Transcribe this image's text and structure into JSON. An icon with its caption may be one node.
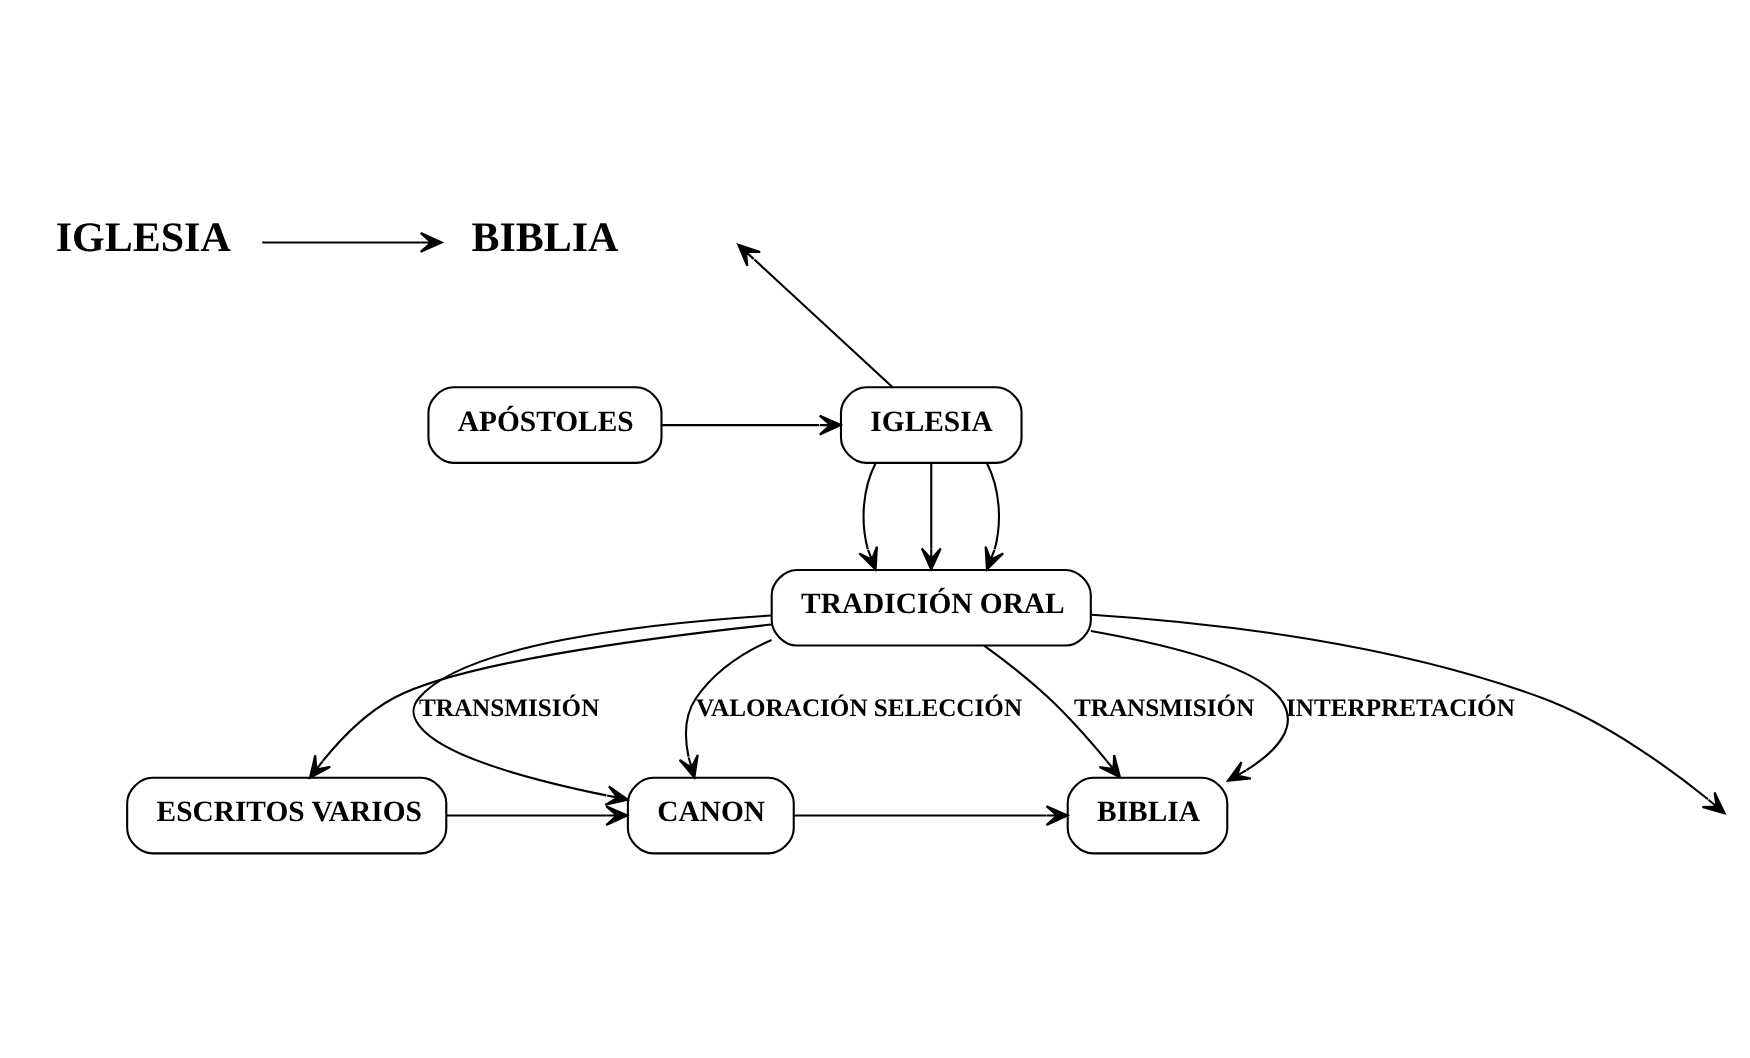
{
  "diagram": {
    "nodes": [
      {
        "text": [
          "IGLESIA"
        ]
      },
      {
        "text": [
          "BIBLIA"
        ]
      },
      {
        "text": [
          "APÓSTOLES"
        ]
      },
      {
        "text": [
          "IGLESIA"
        ]
      },
      {
        "text": [
          "TRADICIÓN ORAL"
        ]
      },
      {
        "text": [
          "ESCRITOS VARIOS"
        ]
      },
      {
        "text": [
          "CANON"
        ]
      },
      {
        "text": [
          "BIBLIA"
        ]
      }
    ],
    "edges": [
      {
        "from": 0,
        "to": 1,
        "arrow": "to"
      },
      {
        "from": 2,
        "to": 3,
        "arrow": "to"
      },
      {
        "from": 3,
        "to": null,
        "arrow": "to"
      },
      {
        "from": 3,
        "to": 4,
        "arrow": "to"
      },
      {
        "from": 3,
        "to": 4,
        "arrow": "to"
      },
      {
        "from": 3,
        "to": 4,
        "arrow": "to"
      },
      {
        "from": 4,
        "to": null,
        "arrow": "to"
      },
      {
        "from": 4,
        "to": 5,
        "arrow": "to"
      },
      {
        "from": 4,
        "to": 6,
        "label": "TRANSMISIÓN",
        "arrow": "to"
      },
      {
        "from": 4,
        "to": 6,
        "label": "VALORACIÓN SELECCIÓN",
        "arrow": "to"
      },
      {
        "from": 4,
        "to": 7,
        "label": "TRANSMISIÓN",
        "arrow": "to"
      },
      {
        "from": 4,
        "to": 7,
        "label": "INTERPRETACIÓN",
        "arrow": "to"
      },
      {
        "from": 5,
        "to": 6,
        "arrow": "to"
      },
      {
        "from": 6,
        "to": 7,
        "arrow": "to"
      }
    ]
  }
}
